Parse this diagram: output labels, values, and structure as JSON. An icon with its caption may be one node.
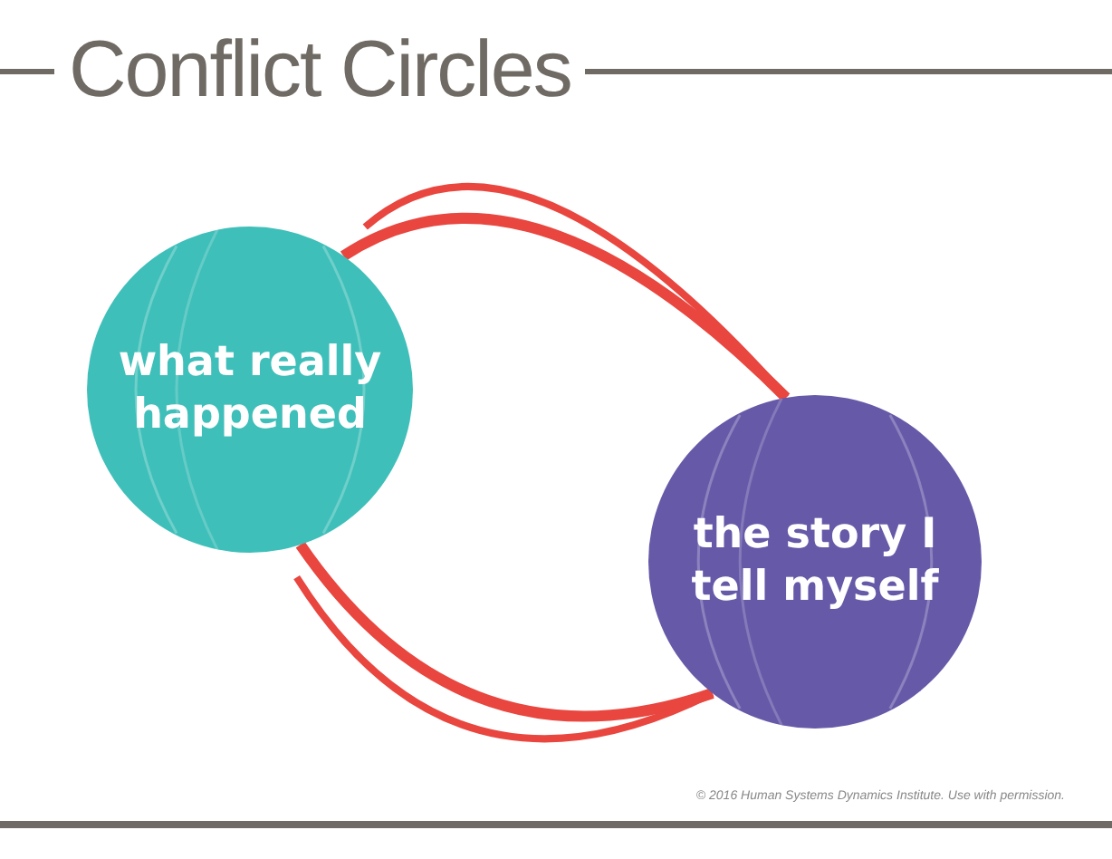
{
  "diagram": {
    "title": "Conflict Circles",
    "nodes": [
      {
        "text": [
          "what really happened"
        ]
      },
      {
        "text": [
          "the story I tell myself"
        ]
      }
    ],
    "edges": [
      {
        "from": 0,
        "to": 1,
        "arrow": "none",
        "color": "#e8463f"
      },
      {
        "from": 1,
        "to": 0,
        "arrow": "none",
        "color": "#e8463f"
      }
    ],
    "labels": [
      "© 2016 Human Systems Dynamics Institute. Use with permission."
    ]
  }
}
